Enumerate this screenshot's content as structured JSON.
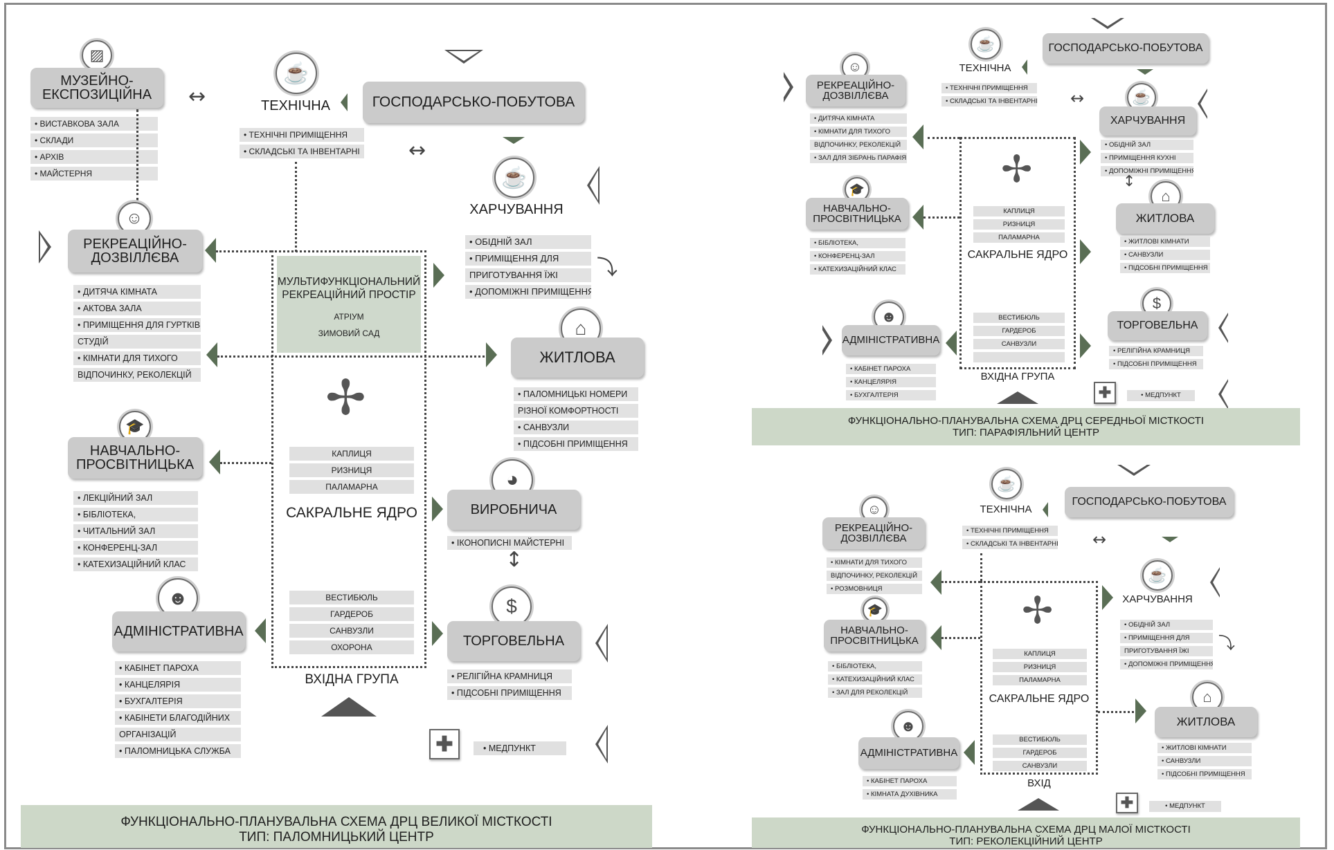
{
  "large": {
    "museum": {
      "title": "МУЗЕЙНО-\nЕКСПОЗИЦІЙНА",
      "items": [
        "• ВИСТАВКОВА ЗАЛА",
        "• СКЛАДИ",
        "• АРХІВ",
        "•  МАЙСТЕРНЯ"
      ]
    },
    "technical": {
      "title": "ТЕХНІЧНА",
      "items": [
        "• ТЕХНІЧНІ ПРИМІЩЕННЯ",
        "• СКЛАДСЬКІ ТА ІНВЕНТАРНІ"
      ]
    },
    "household": {
      "title": "ГОСПОДАРСЬКО-ПОБУТОВА"
    },
    "catering": {
      "title": "ХАРЧУВАННЯ",
      "items": [
        "• ОБІДНІЙ ЗАЛ",
        "• ПРИМІЩЕННЯ ДЛЯ",
        "ПРИГОТУВАННЯ ЇЖІ",
        "• ДОПОМІЖНІ ПРИМІЩЕННЯ"
      ]
    },
    "recreation": {
      "title": "РЕКРЕАЦІЙНО-\nДОЗВІЛЛЄВА",
      "items": [
        "• ДИТЯЧА КІМНАТА",
        "• АКТОВА ЗАЛА",
        "• ПРИМІЩЕННЯ ДЛЯ ГУРТКІВ ТА",
        "СТУДІЙ",
        "• КІМНАТИ ДЛЯ ТИХОГО",
        "ВІДПОЧИНКУ, РЕКОЛЕКЦІЙ"
      ]
    },
    "multifunctional": {
      "title": "МУЛЬТИФУНКЦІОНАЛЬНИЙ\nРЕКРЕАЦІЙНИЙ ПРОСТІР",
      "items": [
        "АТРІУМ",
        "ЗИМОВИЙ САД"
      ]
    },
    "residential": {
      "title": "ЖИТЛОВА",
      "items": [
        "• ПАЛОМНИЦЬКІ НОМЕРИ",
        "РІЗНОЇ КОМФОРТНОСТІ",
        "• САНВУЗЛИ",
        "• ПІДСОБНІ ПРИМІЩЕННЯ"
      ]
    },
    "educational": {
      "title": "НАВЧАЛЬНО-\nПРОСВІТНИЦЬКА",
      "items": [
        "• ЛЕКЦІЙНИЙ ЗАЛ",
        "• БІБЛІОТЕКА,",
        "• ЧИТАЛЬНИЙ ЗАЛ",
        "• КОНФЕРЕНЦ-ЗАЛ",
        "• КАТЕХИЗАЦІЙНИЙ КЛАС"
      ]
    },
    "sacral": {
      "items": [
        "КАПЛИЦЯ",
        "РИЗНИЦЯ",
        "ПАЛАМАРНА"
      ],
      "label": "САКРАЛЬНЕ ЯДРО"
    },
    "entrance": {
      "items": [
        "ВЕСТИБЮЛЬ",
        "ГАРДЕРОБ",
        "САНВУЗЛИ",
        "ОХОРОНА"
      ],
      "label": "ВХІДНА ГРУПА"
    },
    "production": {
      "title": "ВИРОБНИЧА",
      "items": [
        "• ІКОНОПИСНІ МАЙСТЕРНІ"
      ]
    },
    "admin": {
      "title": "АДМІНІСТРАТИВНА",
      "items": [
        "• КАБІНЕТ ПАРОХА",
        "• КАНЦЕЛЯРІЯ",
        "• БУХГАЛТЕРІЯ",
        "• КАБІНЕТИ БЛАГОДІЙНИХ",
        "ОРГАНІЗАЦІЙ",
        "• ПАЛОМНИЦЬКА СЛУЖБА"
      ]
    },
    "trade": {
      "title": "ТОРГОВЕЛЬНА",
      "items": [
        "• РЕЛІГІЙНА КРАМНИЦЯ",
        "• ПІДСОБНІ ПРИМІЩЕННЯ"
      ]
    },
    "medical": {
      "label": "• МЕДПУНКТ"
    },
    "footer": {
      "line1": "ФУНКЦІОНАЛЬНО-ПЛАНУВАЛЬНА СХЕМА ДРЦ ВЕЛИКОЇ МІСТКОСТІ",
      "line2": "ТИП: ПАЛОМНИЦЬКИЙ ЦЕНТР"
    }
  },
  "medium": {
    "recreation": {
      "title": "РЕКРЕАЦІЙНО-\nДОЗВІЛЛЄВА",
      "items": [
        "• ДИТЯЧА КІМНАТА",
        "• КІМНАТИ ДЛЯ ТИХОГО",
        "ВІДПОЧИНКУ, РЕКОЛЕКЦІЙ",
        "• ЗАЛ ДЛЯ ЗІБРАНЬ ПАРАФІЯН"
      ]
    },
    "technical": {
      "title": "ТЕХНІЧНА",
      "items": [
        "• ТЕХНІЧНІ ПРИМІЩЕННЯ",
        "• СКЛАДСЬКІ ТА ІНВЕНТАРНІ"
      ]
    },
    "household": {
      "title": "ГОСПОДАРСЬКО-ПОБУТОВА"
    },
    "catering": {
      "title": "ХАРЧУВАННЯ",
      "items": [
        "• ОБІДНІЙ ЗАЛ",
        "• ПРИМІЩЕННЯ КУХНІ",
        "• ДОПОМІЖНІ ПРИМІЩЕННЯ"
      ]
    },
    "educational": {
      "title": "НАВЧАЛЬНО-\nПРОСВІТНИЦЬКА",
      "items": [
        "• БІБЛІОТЕКА,",
        "• КОНФЕРЕНЦ-ЗАЛ",
        "• КАТЕХИЗАЦІЙНИЙ КЛАС"
      ]
    },
    "sacral": {
      "items": [
        "КАПЛИЦЯ",
        "РИЗНИЦЯ",
        "ПАЛАМАРНА"
      ],
      "label": "САКРАЛЬНЕ ЯДРО"
    },
    "residential": {
      "title": "ЖИТЛОВА",
      "items": [
        "• ЖИТЛОВІ КІМНАТИ",
        "• САНВУЗЛИ",
        "• ПІДСОБНІ ПРИМІЩЕННЯ"
      ]
    },
    "admin": {
      "title": "АДМІНІСТРАТИВНА",
      "items": [
        "• КАБІНЕТ ПАРОХА",
        "• КАНЦЕЛЯРІЯ",
        "• БУХГАЛТЕРІЯ"
      ]
    },
    "entrance": {
      "items": [
        "ВЕСТИБЮЛЬ",
        "ГАРДЕРОБ",
        "САНВУЗЛИ"
      ],
      "label": "ВХІДНА ГРУПА"
    },
    "trade": {
      "title": "ТОРГОВЕЛЬНА",
      "items": [
        "• РЕЛІГІЙНА КРАМНИЦЯ",
        "• ПІДСОБНІ ПРИМІЩЕННЯ"
      ]
    },
    "medical": {
      "label": "• МЕДПУНКТ"
    },
    "footer": {
      "line1": "ФУНКЦІОНАЛЬНО-ПЛАНУВАЛЬНА СХЕМА ДРЦ СЕРЕДНЬОЇ МІСТКОСТІ",
      "line2": "ТИП: ПАРАФІЯЛЬНИЙ ЦЕНТР"
    }
  },
  "small": {
    "technical": {
      "title": "ТЕХНІЧНА",
      "items": [
        "• ТЕХНІЧНІ ПРИМІЩЕННЯ",
        "• СКЛАДСЬКІ ТА ІНВЕНТАРНІ"
      ]
    },
    "household": {
      "title": "ГОСПОДАРСЬКО-ПОБУТОВА"
    },
    "recreation": {
      "title": "РЕКРЕАЦІЙНО-\nДОЗВІЛЛЄВА",
      "items": [
        "• КІМНАТИ ДЛЯ ТИХОГО",
        "ВІДПОЧИНКУ, РЕКОЛЕКЦІЙ",
        "• РОЗМОВНИЦЯ"
      ]
    },
    "catering": {
      "title": "ХАРЧУВАННЯ",
      "items": [
        "• ОБІДНІЙ ЗАЛ",
        "• ПРИМІЩЕННЯ ДЛЯ",
        "ПРИГОТУВАННЯ ЇЖІ",
        "• ДОПОМІЖНІ ПРИМІЩЕННЯ"
      ]
    },
    "educational": {
      "title": "НАВЧАЛЬНО-\nПРОСВІТНИЦЬКА",
      "items": [
        "• БІБЛІОТЕКА,",
        "• КАТЕХИЗАЦІЙНИЙ КЛАС",
        "• ЗАЛ ДЛЯ РЕКОЛЕКЦІЙ"
      ]
    },
    "sacral": {
      "items": [
        "КАПЛИЦЯ",
        "РИЗНИЦЯ",
        "ПАЛАМАРНА"
      ],
      "label": "САКРАЛЬНЕ ЯДРО"
    },
    "residential": {
      "title": "ЖИТЛОВА",
      "items": [
        "• ЖИТЛОВІ КІМНАТИ",
        "• САНВУЗЛИ",
        "• ПІДСОБНІ ПРИМІЩЕННЯ"
      ]
    },
    "admin": {
      "title": "АДМІНІСТРАТИВНА",
      "items": [
        "• КАБІНЕТ ПАРОХА",
        "• КІМНАТА ДУХІВНИКА"
      ]
    },
    "entrance": {
      "items": [
        "ВЕСТИБЮЛЬ",
        "ГАРДЕРОБ",
        "САНВУЗЛИ"
      ],
      "label": "ВХІД"
    },
    "medical": {
      "label": "• МЕДПУНКТ"
    },
    "footer": {
      "line1": "ФУНКЦІОНАЛЬНО-ПЛАНУВАЛЬНА СХЕМА ДРЦ МАЛОЇ МІСТКОСТІ",
      "line2": "ТИП: РЕКОЛЕКЦІЙНИЙ ЦЕНТР"
    }
  },
  "icons": {
    "museum": "picture-icon",
    "technical": "cup-icon",
    "catering": "cup-icon",
    "recreation": "people-icon",
    "residential": "bed-icon",
    "educational": "graduation-cap-icon",
    "production": "palette-icon",
    "admin": "administrator-icon",
    "trade": "money-exchange-icon",
    "medical": "medical-cross-icon",
    "sacral": "orthodox-cross-icon"
  },
  "colors": {
    "box": "#cbcbcb",
    "list": "#e2e2e2",
    "accent": "#5a6e55",
    "footer": "#cdd8c8",
    "atrium": "#cfd9cc"
  }
}
